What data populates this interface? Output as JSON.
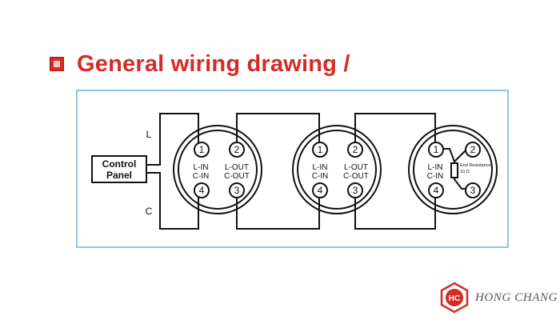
{
  "title": "General wiring drawing /",
  "control_panel": {
    "line1": "Control",
    "line2": "Panel"
  },
  "line_labels": {
    "live": "L",
    "common": "C"
  },
  "detector": {
    "t1": "1",
    "t2": "2",
    "t3": "3",
    "t4": "4",
    "l_in": "L-IN",
    "c_in": "C-IN",
    "l_out": "L-OUT",
    "c_out": "C-OUT"
  },
  "end_resistance": {
    "label": "End Resistance",
    "value": "10 Ω"
  },
  "logo": {
    "mark": "HC",
    "brand": "HONG CHANG"
  },
  "colors": {
    "accent": "#d52b27",
    "frame": "#8fc6e2",
    "ink": "#111111"
  }
}
